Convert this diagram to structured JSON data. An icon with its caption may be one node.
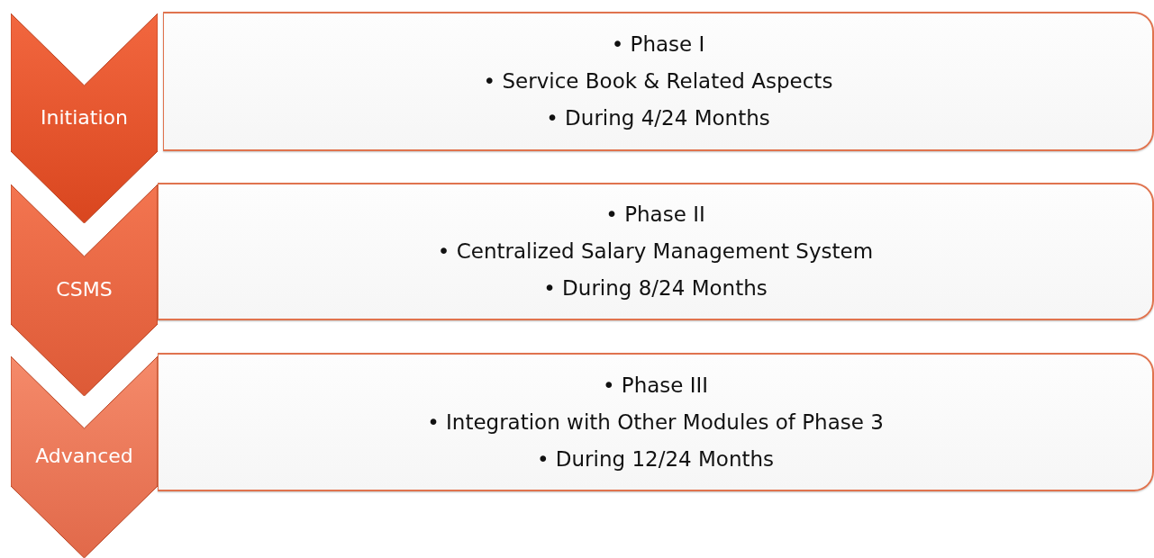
{
  "diagram": {
    "nodes": [
      {
        "text": [
          "Initiation"
        ]
      },
      {
        "text": [
          "• Phase I",
          "• Service Book & Related Aspects",
          "• During 4/24 Months"
        ]
      },
      {
        "text": [
          "CSMS"
        ]
      },
      {
        "text": [
          "• Phase II",
          "• Centralized Salary Management System",
          "• During 8/24 Months"
        ]
      },
      {
        "text": [
          "Advanced"
        ]
      },
      {
        "text": [
          "• Phase III",
          "• Integration with Other Modules of Phase 3",
          "• During 12/24 Months"
        ]
      }
    ]
  }
}
